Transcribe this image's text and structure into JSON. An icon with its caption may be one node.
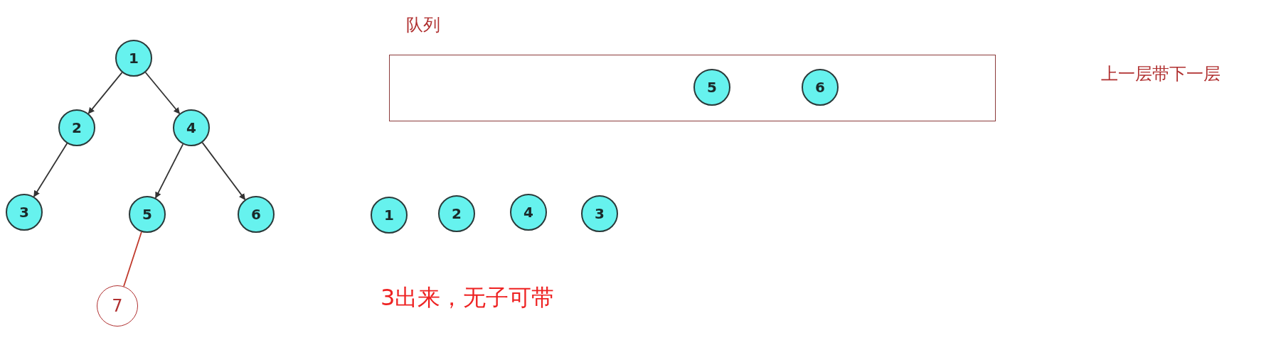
{
  "diagram": {
    "nodes": [
      {
        "text": [
          "1"
        ]
      },
      {
        "text": [
          "2"
        ]
      },
      {
        "text": [
          "4"
        ]
      },
      {
        "text": [
          "3"
        ]
      },
      {
        "text": [
          "5"
        ]
      },
      {
        "text": [
          "6"
        ]
      },
      {
        "text": [
          "7"
        ]
      },
      {
        "text": [
          "队列"
        ]
      },
      {
        "text": [
          "5"
        ],
        "in": 7
      },
      {
        "text": [
          "6"
        ],
        "in": 7
      },
      {
        "text": [
          "1"
        ]
      },
      {
        "text": [
          "2"
        ]
      },
      {
        "text": [
          "4"
        ]
      },
      {
        "text": [
          "3"
        ]
      }
    ],
    "edges": [
      {
        "from": 0,
        "to": 1,
        "arrow": "to"
      },
      {
        "from": 0,
        "to": 2,
        "arrow": "to"
      },
      {
        "from": 1,
        "to": 3,
        "arrow": "to"
      },
      {
        "from": 2,
        "to": 4,
        "arrow": "to"
      },
      {
        "from": 2,
        "to": 5,
        "arrow": "to"
      },
      {
        "from": 4,
        "to": 6,
        "arrow": "none",
        "color": "#c0392b"
      }
    ],
    "labels": [
      "上一层带下一层",
      "3出来，无子可带"
    ]
  }
}
